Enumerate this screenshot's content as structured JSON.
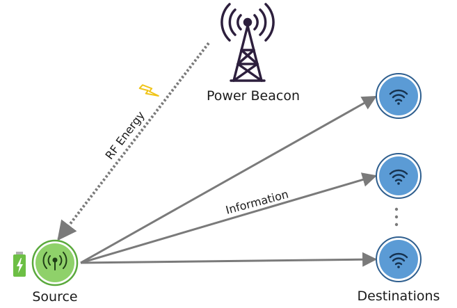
{
  "labels": {
    "power_beacon": "Power Beacon",
    "rf_energy": "RF Energy",
    "information": "Information",
    "source": "Source",
    "destinations": "Destinations"
  },
  "colors": {
    "arrow": "#7a7a7a",
    "tower": "#2d1f3d",
    "bolt": "#f0c419",
    "source_fill": "#8fd16a",
    "source_ring": "#5aa93c",
    "dest_fill": "#5b9bd5",
    "dest_ring": "#2f5f8f",
    "battery_body": "#6dbf45",
    "battery_cap": "#b0b0b0"
  },
  "icons": {
    "tower": "radio-tower-icon",
    "bolt": "lightning-bolt-icon",
    "battery": "battery-icon",
    "source": "antenna-signal-icon",
    "destination": "wifi-icon"
  }
}
